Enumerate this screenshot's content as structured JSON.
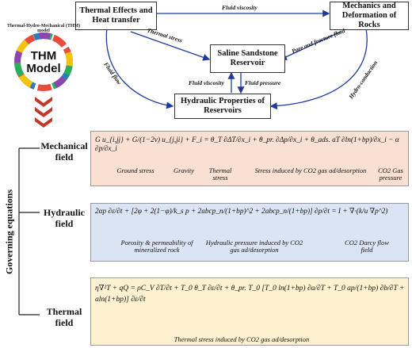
{
  "boxes": {
    "thermal": "Thermal Effects and Heat transfer",
    "mechanics": "Mechanics and Deformation of Rocks",
    "reservoir": "Saline Sandstone Reservoir",
    "hydraulic": "Hydraulic Properties of Reservoirs"
  },
  "arrows": {
    "fluid_viscosity_top": "Fluid viscosity",
    "thermal_stress": "Thermal stress",
    "pore_fracture": "Pore and fracture fluid",
    "fluid_flow": "Fluid flow",
    "fluid_viscosity": "Fluid viscosity",
    "fluid_pressure": "Fluid pressure",
    "hydro_conduction": "Hydro-conduction"
  },
  "thm": {
    "title_line1": "THM",
    "title_line2": "Model",
    "ring_text": "Thermal-Hydro-Mechanical (THM) model"
  },
  "side_label": "Governing equations",
  "fields": {
    "mechanical": "Mechanical field",
    "hydraulic": "Hydraulic field",
    "thermal": "Thermal field"
  },
  "mechanical": {
    "equation": "G u_{i,jj} + G/(1−2v) u_{j,ji} + F_i = θ_T ∂ΔT/∂x_i + θ_pr. ∂Δp/∂x_i + θ_ads. aT ∂ln(1+bp)/∂x_i − α ∂p/∂x_i",
    "captions": [
      "Ground stress",
      "Gravity",
      "Thermal stress",
      "Stress induced by CO2 gas ad/desorption",
      "CO2 Gas pressure"
    ]
  },
  "hydraulic": {
    "equation": "2αp ∂ε/∂t + [2φ + 2(1−φ)/k_s p + 2abcp_n/(1+bp)^2 + 2abcp_n/(1+bp)] ∂p/∂t = I + ∇·(k/u ∇p^2)",
    "captions": [
      "Porosity & permeability of mineralized rock",
      "Hydraulic pressure induced by CO2 gas ad/desorption",
      "CO2 Darcy flow field"
    ]
  },
  "thermal": {
    "equation": "η∇²T + qQ = ρC_V ∂T/∂t + T_0 θ_T ∂ε/∂t + θ_pr. T_0 [T_0 ln(1+bp) ∂a/∂T + T_0 ap/(1+bp) ∂b/∂T + aln(1+bp)] ∂ε/∂t",
    "caption": "Thermal stress induced by CO2 gas ad/desorption"
  },
  "colors": {
    "arrow": "#1f3a9e",
    "mech_bg": "#f9e0d2",
    "hyd_bg": "#dbe4f4",
    "therm_bg": "#fdf1cf",
    "chevron": "#c0392b"
  }
}
